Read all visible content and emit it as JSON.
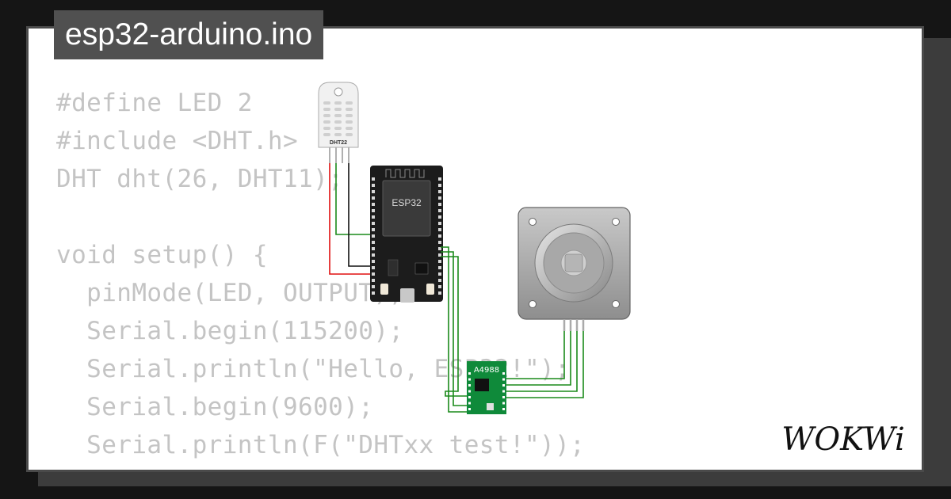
{
  "sketch": {
    "filename": "esp32-arduino.ino",
    "code_lines": [
      "#define LED 2",
      "#include <DHT.h>",
      "DHT dht(26, DHT11);",
      "",
      "void setup() {",
      "  pinMode(LED, OUTPUT);",
      "  Serial.begin(115200);",
      "  Serial.println(\"Hello, ESP32!\");",
      "  Serial.begin(9600);",
      "  Serial.println(F(\"DHTxx test!\"));"
    ]
  },
  "components": {
    "sensor_label": "DHT22",
    "board_label": "ESP32",
    "driver_label": "A4988"
  },
  "brand": {
    "logo_text": "WOKWi"
  },
  "colors": {
    "background": "#151515",
    "card": "#ffffff",
    "title_tab": "#505050",
    "code_text": "#c4c4c4",
    "wire_green": "#1a8a1a",
    "wire_red": "#e01010",
    "wire_black": "#111111",
    "driver_pcb": "#0f8a3a",
    "board_pcb": "#1c1c1c"
  }
}
